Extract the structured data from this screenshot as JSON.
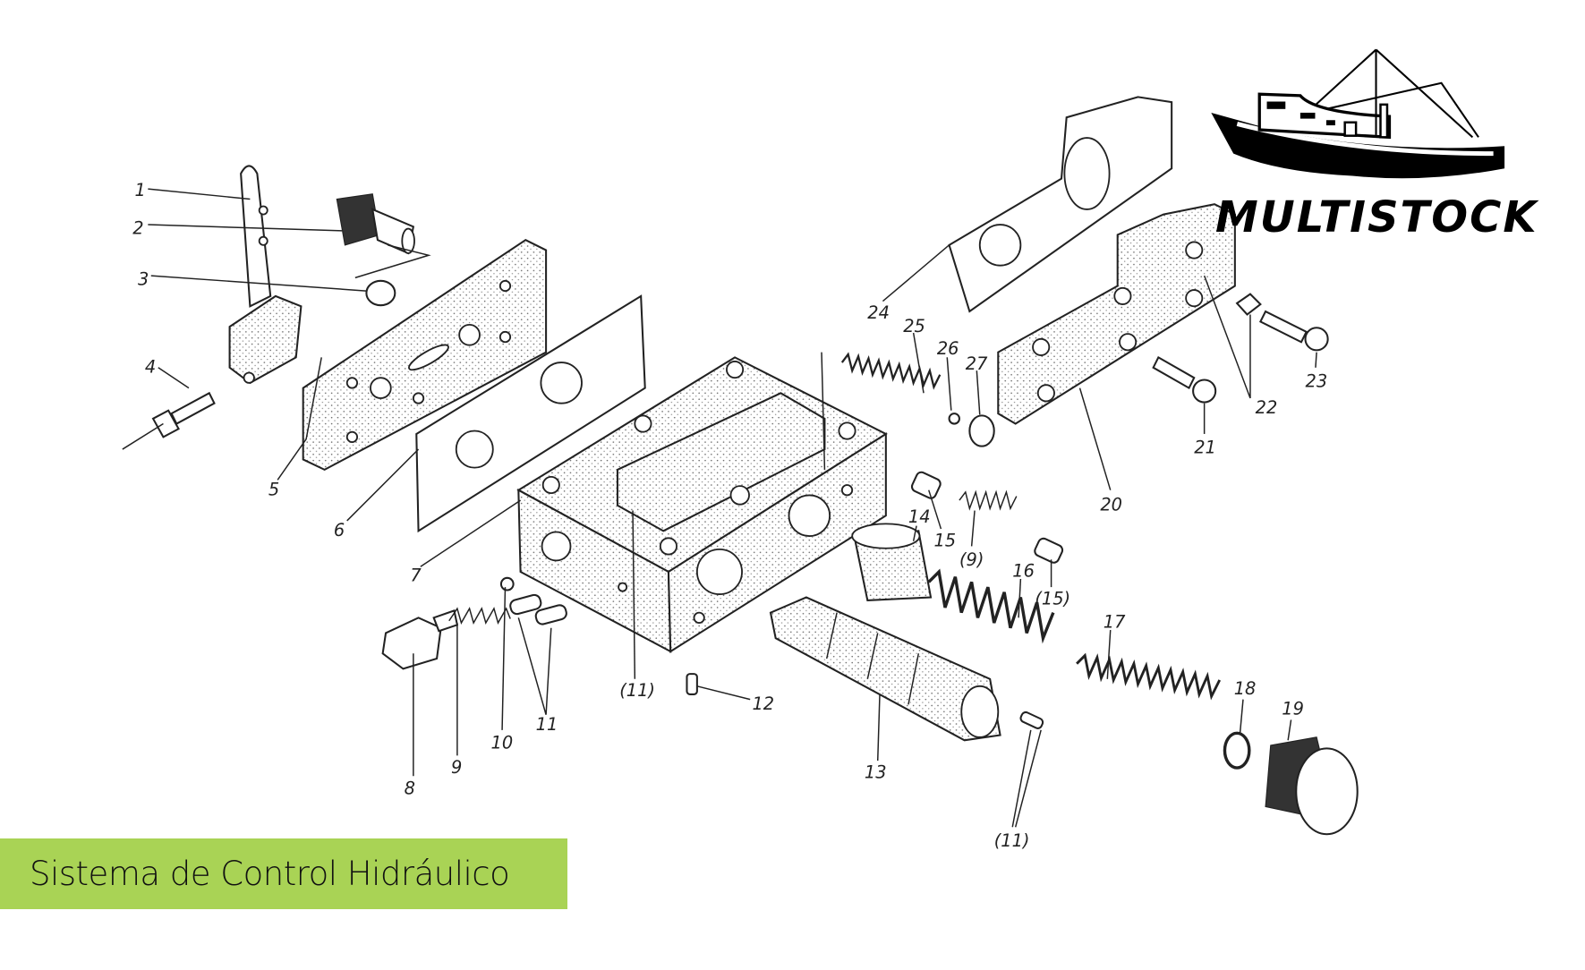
{
  "title": "Sistema de Control Hidráulico",
  "brand": {
    "name": "MULTISTOCK",
    "accent_color": "#a9d355"
  },
  "labels": [
    "1",
    "2",
    "3",
    "4",
    "5",
    "6",
    "7",
    "8",
    "9",
    "10",
    "11",
    "(11)",
    "12",
    "13",
    "(11)",
    "14",
    "15",
    "(9)",
    "16",
    "(15)",
    "17",
    "18",
    "19",
    "20",
    "21",
    "22",
    "23",
    "24",
    "25",
    "26",
    "27"
  ]
}
